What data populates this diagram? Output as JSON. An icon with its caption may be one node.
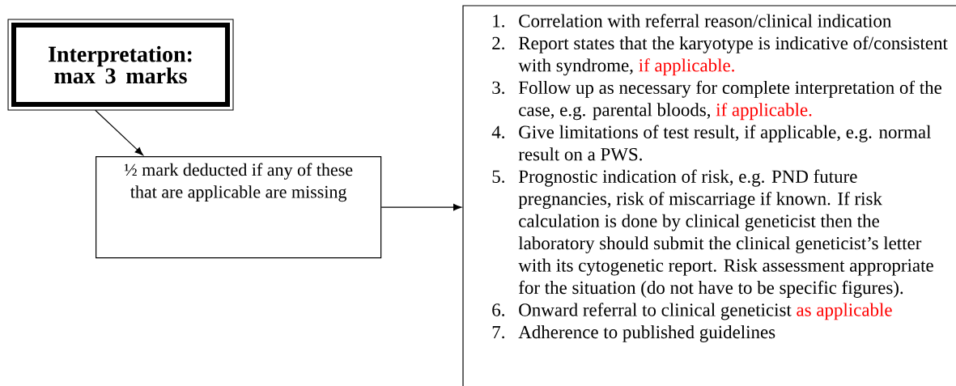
{
  "diagram": {
    "nodes": [
      {
        "text": [
          "Interpretation: max 3 marks"
        ]
      },
      {
        "text": [
          "½ mark deducted if any of these that are applicable are missing"
        ]
      },
      {
        "text": [
          "1.",
          "Correlation with referral reason/clinical indication",
          "2.",
          "Report states that the karyotype is indicative of/consistent with syndrome,",
          "if applicable.",
          "3.",
          "Follow up as necessary for complete interpretation of the case, e.g. parental bloods,",
          "if applicable.",
          "4.",
          "Give limitations of test result, if applicable, e.g. normal result on a PWS.",
          "5.",
          "Prognostic indication of risk, e.g. PND future pregnancies, risk of miscarriage if known. If risk calculation is done by clinical geneticist then the laboratory should submit the clinical geneticist’s letter with its cytogenetic report. Risk assessment appropriate for the situation (do not have to be specific figures).",
          "6.",
          "Onward referral to clinical geneticist",
          "as applicable",
          "7.",
          "Adherence to published guidelines"
        ]
      }
    ],
    "edges": [
      {
        "from": 0,
        "to": 1,
        "arrow": "to"
      },
      {
        "from": 1,
        "to": 2,
        "arrow": "to"
      }
    ]
  }
}
